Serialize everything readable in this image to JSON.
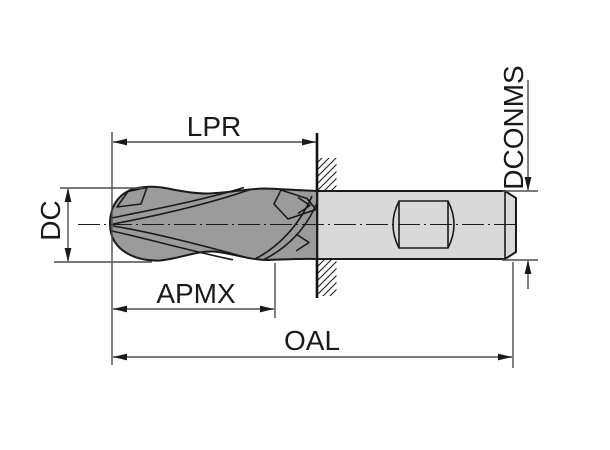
{
  "diagram": {
    "type": "tool-dimension-drawing",
    "subject": "ball-nose-end-mill-side-view",
    "labels": {
      "lpr": "LPR",
      "dc": "DC",
      "apmx": "APMX",
      "oal": "OAL",
      "dconms": "DCONMS"
    },
    "colors": {
      "background": "#ffffff",
      "cutter_fill": "#9b9b9b",
      "shank_fill": "#d9d9d9",
      "outline": "#1a1a1a",
      "dimension_line": "#4d4d4d",
      "text": "#1a1a1a"
    }
  }
}
